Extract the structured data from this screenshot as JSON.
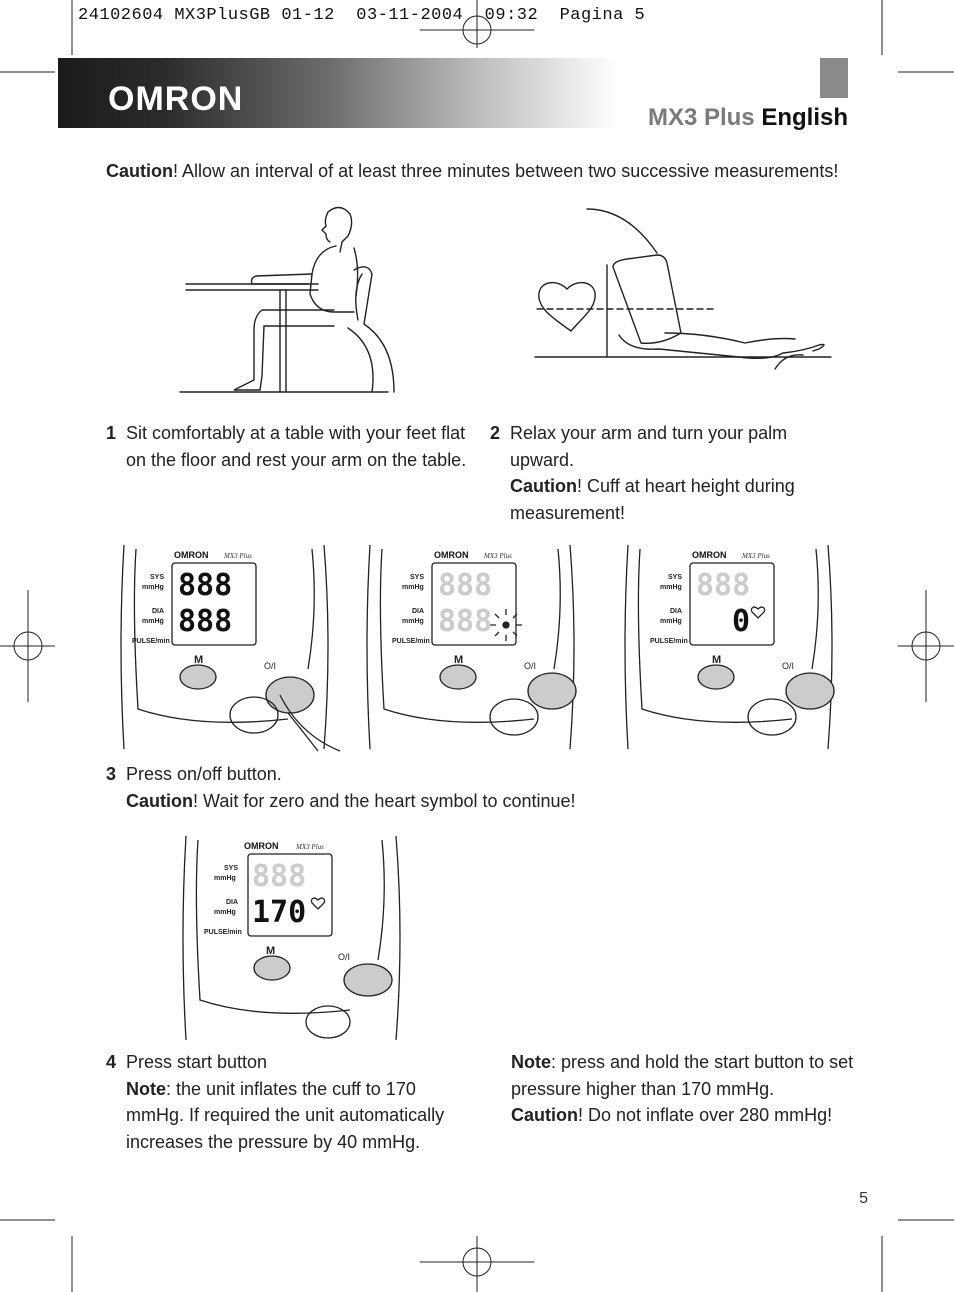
{
  "print_header": "24102604 MX3PlusGB 01-12  03-11-2004  09:32  Pagina 5",
  "brand": {
    "logo_text": "OMRON",
    "model": "MX3 Plus",
    "language": "English"
  },
  "caution_intro": {
    "label": "Caution",
    "text": "! Allow an interval of at least three minutes between two successive measurements!"
  },
  "steps": [
    {
      "number": "1",
      "text": "Sit comfortably at a table with your feet flat on the floor and rest your arm on the table."
    },
    {
      "number": "2",
      "text": "Relax your arm and turn your palm upward.",
      "caution_label": "Caution",
      "caution_text": "! Cuff at heart height during measurement!"
    },
    {
      "number": "3",
      "text": "Press on/off button.",
      "caution_label": "Caution",
      "caution_text": "! Wait for zero and the heart symbol to continue!"
    },
    {
      "number": "4",
      "text": "Press start button",
      "note_label": "Note",
      "note_text": ": the unit inflates the cuff to 170 mmHg. If required the unit automatically increases the pressure by 40 mmHg."
    }
  ],
  "side_note": {
    "note_label": "Note",
    "note_text": ": press and hold the start button to set pressure higher than 170 mmHg.",
    "caution_label": "Caution",
    "caution_text": "! Do not inflate over 280 mmHg!"
  },
  "device": {
    "brand": "OMRON",
    "model": "MX3 Plus",
    "sys_label": "SYS",
    "dia_label": "DIA",
    "unit": "mmHg",
    "pulse_label": "PULSE/min",
    "memory_button": "M",
    "power_symbol": "O/I",
    "display_all": "888",
    "display_zero": "0",
    "display_170": "170"
  },
  "page_number": "5"
}
